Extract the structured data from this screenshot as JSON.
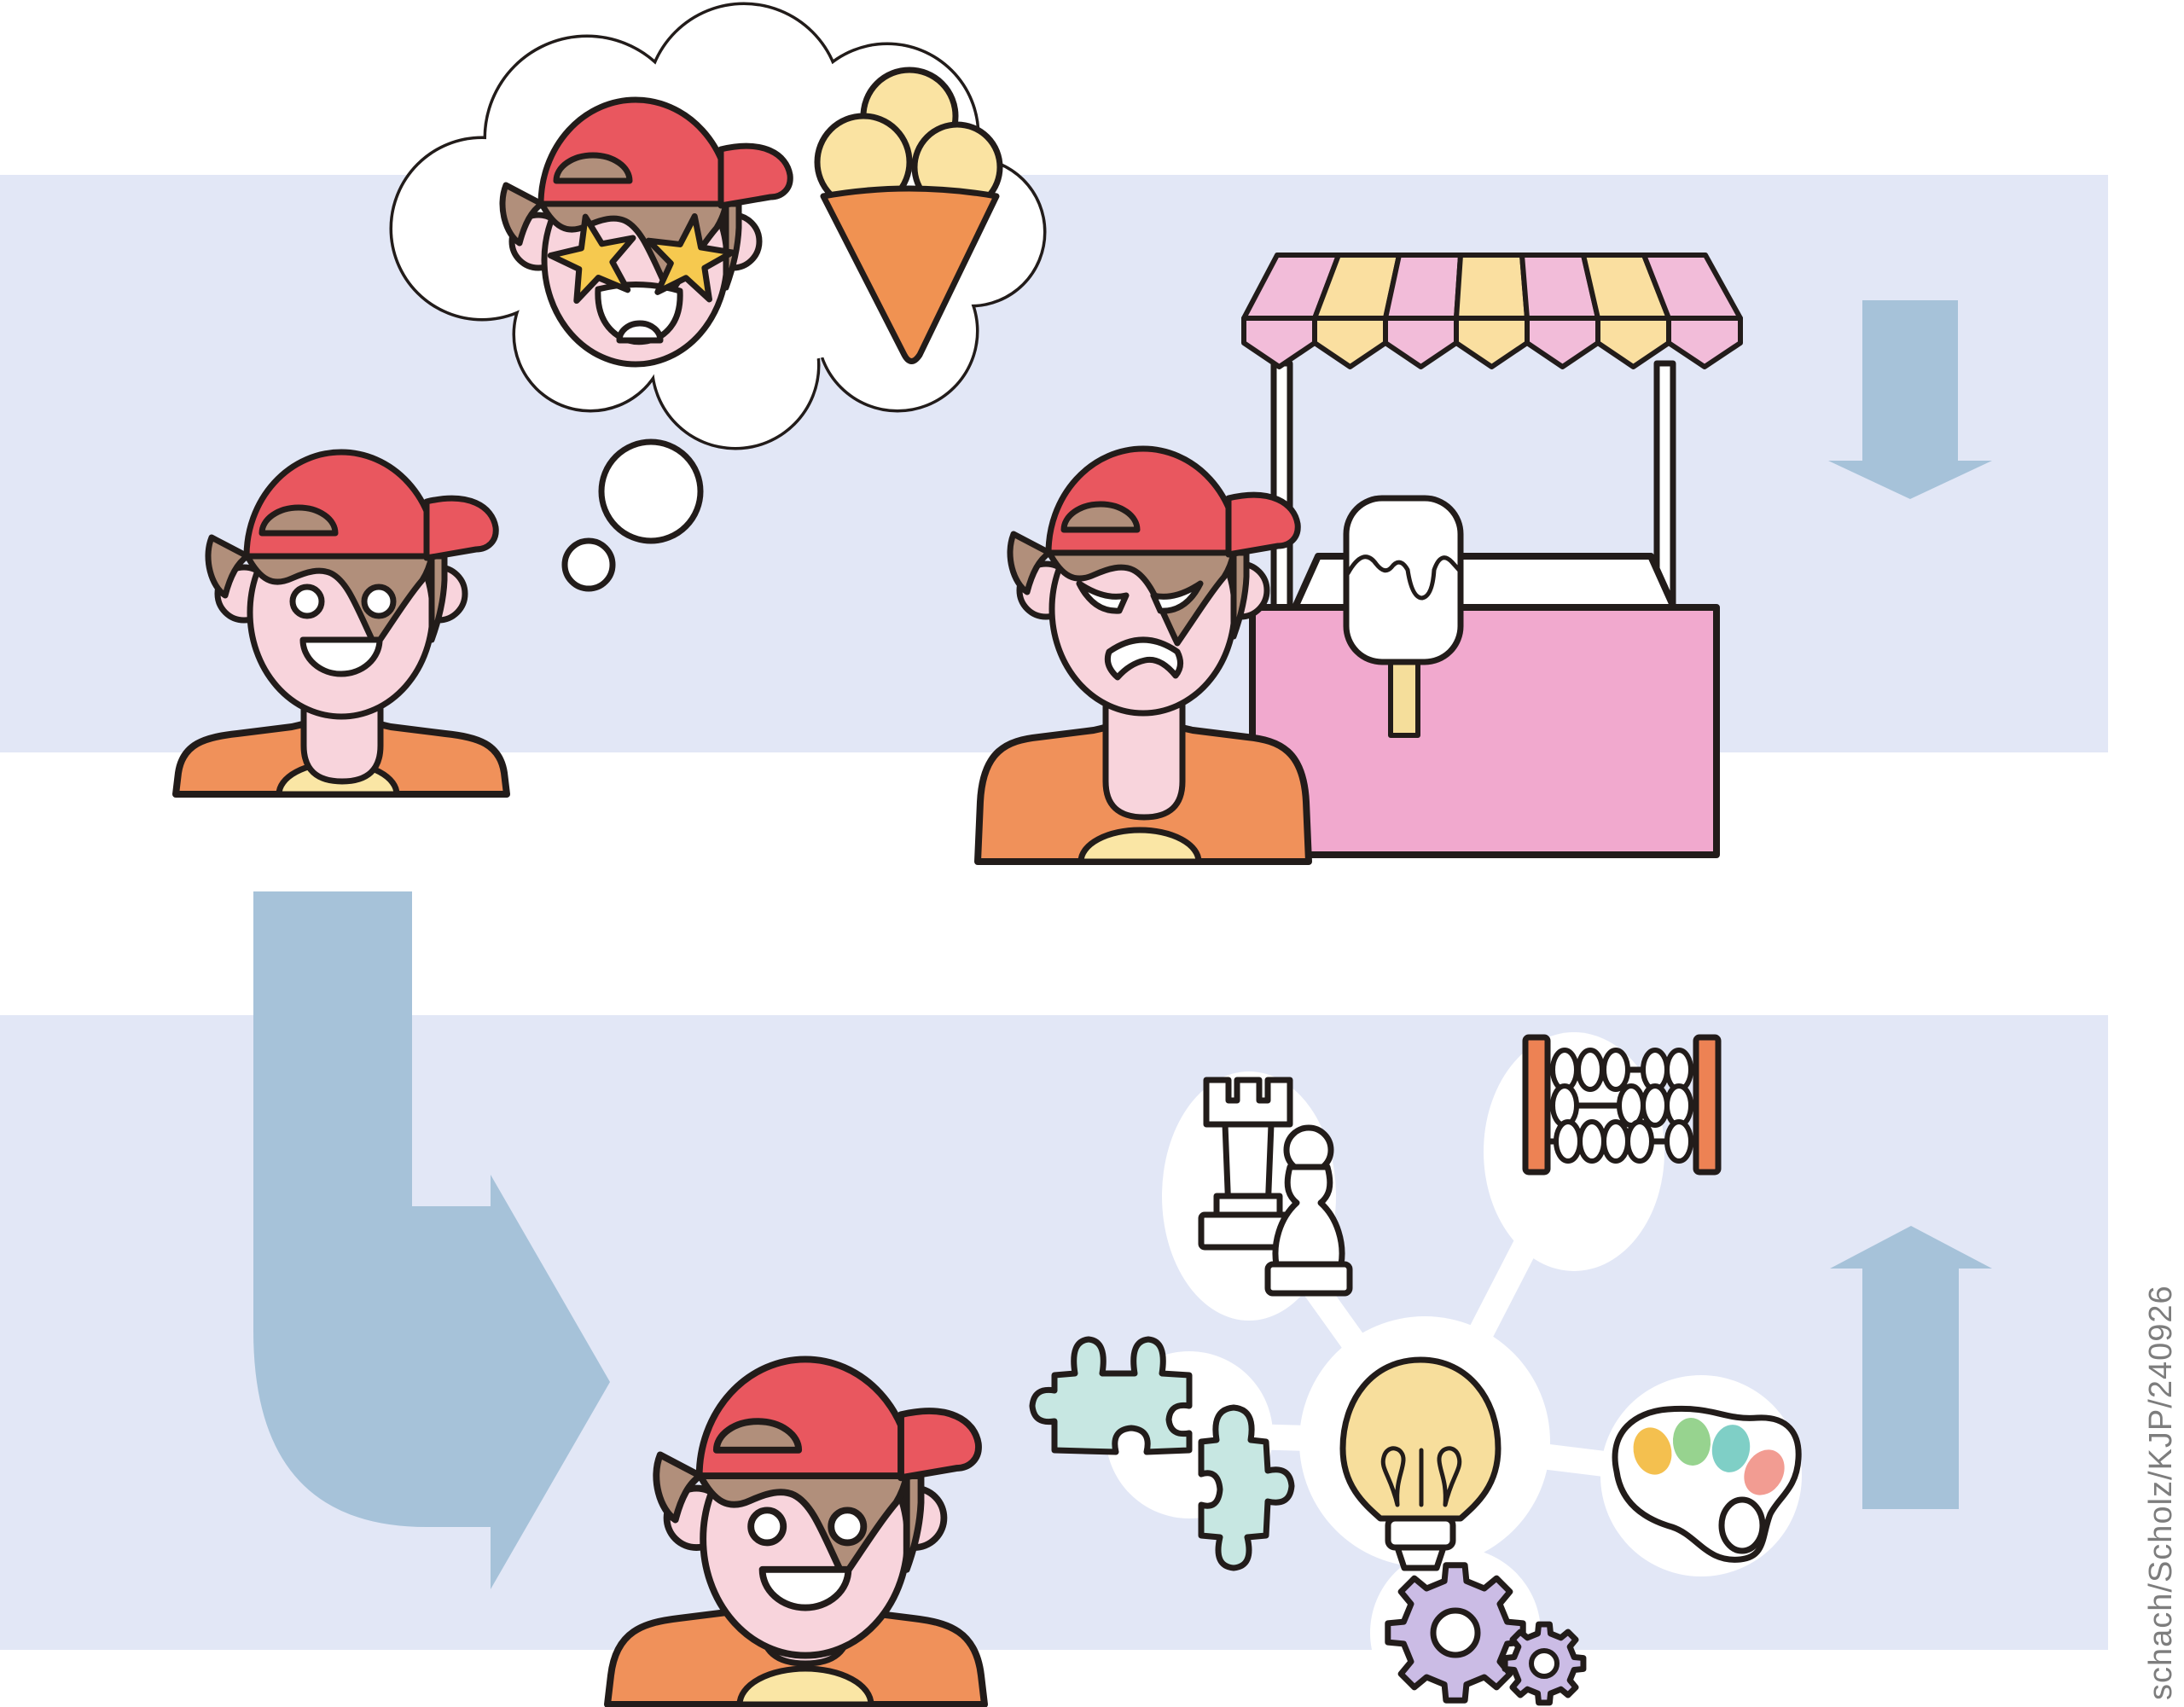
{
  "watermark": {
    "text": "schach/Scholz/KJP/240926"
  },
  "colors": {
    "ink": "#221c1a",
    "band": "#e2e7f6",
    "arrow": "#a6c2d9",
    "capRed": "#e9575f",
    "hair": "#b18f7b",
    "skin": "#f8d4dc",
    "shirt": "#f0915a",
    "chestYellow": "#fae6a5",
    "starYellow": "#f6c94f",
    "scoop": "#fae3a2",
    "cone": "#f09252",
    "awningPink": "#f2bcd9",
    "awningYellow": "#fadfa0",
    "counterPink": "#f1a9ce",
    "stick": "#f5de9b",
    "puzzleTeal": "#c7e7e2",
    "gearLavender": "#cbbce5",
    "bulbYellow": "#f7de9c",
    "abacusOrange": "#ed8254",
    "dabYellow": "#f4c04f",
    "dabGreen": "#97d38f",
    "dabTeal": "#7fcfc6",
    "dabSalmon": "#f29c92",
    "watermarkGray": "#7d7d7d"
  },
  "scene": {
    "rows": [
      {
        "name": "before",
        "elements": [
          "boy-happy-anticipating",
          "thought-bubble with excited star-eyed boy face and ice-cream cone",
          "boy-disappointed at closed ice-cream stand with single popsicle",
          "mood-arrow-down"
        ]
      },
      {
        "name": "after",
        "elements": [
          "big-transition-arrow down-then-right",
          "boy-happy-again",
          "alternatives-mind-map",
          "mood-arrow-up"
        ]
      }
    ],
    "mind_map": {
      "center": "lightbulb-idea",
      "nodes": [
        "chess-pieces",
        "abacus",
        "puzzle-pieces",
        "paint-palette",
        "gears"
      ]
    }
  }
}
